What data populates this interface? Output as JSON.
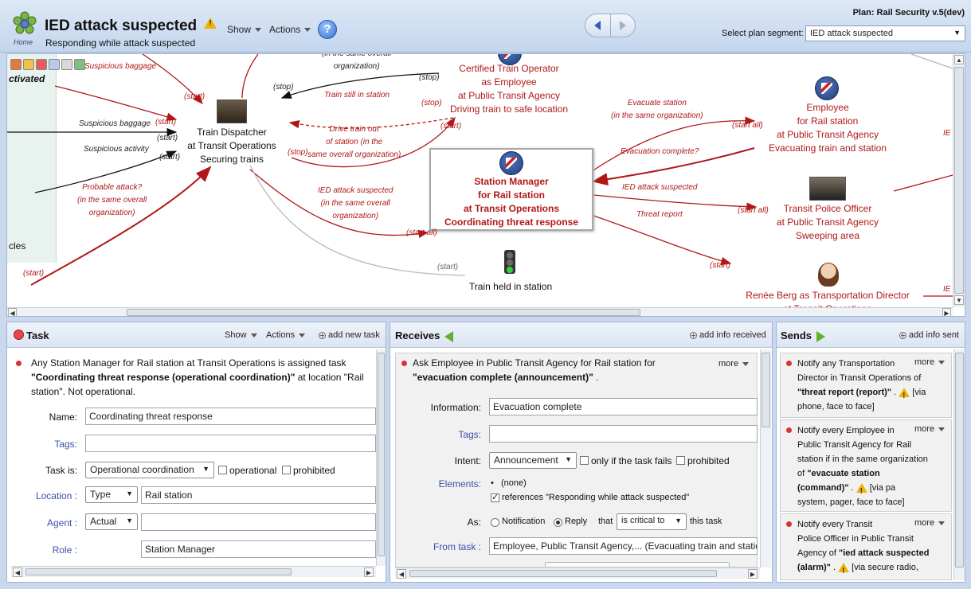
{
  "header": {
    "home_label": "Home",
    "segment_title": "IED attack suspected",
    "segment_subtitle": "Responding while attack suspected",
    "show_label": "Show",
    "actions_label": "Actions",
    "help_label": "?",
    "plan_label": "Plan: Rail Security v.5(dev)",
    "select_segment_label": "Select plan segment:",
    "select_segment_value": "IED attack suspected"
  },
  "map": {
    "side_panel_text_top": "ctivated",
    "side_panel_text_bottom": "cles",
    "nodes": {
      "train_dispatcher": [
        "Train Dispatcher",
        "at Transit Operations",
        "Securing trains"
      ],
      "train_operator": [
        "Certified Train Operator",
        "as Employee",
        "at Public Transit Agency",
        "Driving train to safe location"
      ],
      "station_manager": [
        "Station Manager",
        "for Rail station",
        "at Transit Operations",
        "Coordinating threat response"
      ],
      "employee": [
        "Employee",
        "for Rail station",
        "at Public Transit Agency",
        "Evacuating train and station"
      ],
      "police_officer": [
        "Transit Police Officer",
        "at Public Transit Agency",
        "Sweeping area"
      ],
      "train_held": "Train held in station",
      "renee": [
        "Renée Berg as Transportation Director",
        "at Transit Operations"
      ]
    },
    "flow_labels": {
      "suspicious_baggage_top": "Suspicious baggage",
      "start_1": "(start)",
      "start_2": "(start)",
      "start_3": "(start)",
      "start_4": "(start)",
      "start_5": "(start)",
      "start_6": "(start)",
      "start_bottom": "(start)",
      "start_gray": "(start)",
      "start_all_1": "(start all)",
      "start_all_2": "(start all)",
      "start_all_3": "(start all)",
      "stop_1": "(stop)",
      "stop_2": "(stop)",
      "stop_3": "(stop)",
      "stop_4": "(stop)",
      "same_org_top": [
        "(in the same overall",
        "organization)"
      ],
      "train_still": "Train still in station",
      "drive_train_out": [
        "Drive train out",
        "of station (in the",
        "same overall organization)"
      ],
      "suspicious_baggage": "Suspicious baggage",
      "suspicious_activity": "Suspicious activity",
      "probable_attack": [
        "Probable attack?",
        "(in the same overall",
        "organization)"
      ],
      "ied_attack_suspected_left": [
        "IED attack suspected",
        "(in the same overall",
        "organization)"
      ],
      "evacuate_station": [
        "Evacuate station",
        "(in the same organization)"
      ],
      "evacuation_complete": "Evacuation complete?",
      "ied_attack_suspected_right": "IED attack suspected",
      "threat_report": "Threat report",
      "ie_1": "IE",
      "ie_2": "IE"
    }
  },
  "task_panel": {
    "title": "Task",
    "show_label": "Show",
    "actions_label": "Actions",
    "add_label": "add new task",
    "summary_prefix": "Any Station Manager for Rail station at Transit Operations is assigned task",
    "summary_bold": "\"Coordinating threat response (operational coordination)\"",
    "summary_suffix": "at location \"Rail station\". Not operational.",
    "name_label": "Name:",
    "name_value": "Coordinating threat response",
    "tags_label": "Tags:",
    "tags_value": "",
    "task_is_label": "Task is:",
    "task_is_value": "Operational coordination",
    "operational_label": "operational",
    "prohibited_label": "prohibited",
    "location_label": "Location :",
    "location_type": "Type",
    "location_value": "Rail station",
    "agent_label": "Agent :",
    "agent_type": "Actual",
    "agent_value": "",
    "role_label": "Role :",
    "role_value": "Station Manager"
  },
  "receives_panel": {
    "title": "Receives",
    "add_label": "add info received",
    "more_label": "more",
    "summary_prefix": "Ask Employee in Public Transit Agency for Rail station for",
    "summary_bold": "\"evacuation complete (announcement)\"",
    "summary_suffix": ".",
    "information_label": "Information:",
    "information_value": "Evacuation complete",
    "tags_label": "Tags:",
    "tags_value": "",
    "intent_label": "Intent:",
    "intent_value": "Announcement",
    "only_if_fails_label": "only if the task fails",
    "prohibited_label": "prohibited",
    "elements_label": "Elements:",
    "elements_value": "(none)",
    "references_label": "references \"Responding while attack suspected\"",
    "as_label": "As:",
    "notification_label": "Notification",
    "reply_label": "Reply",
    "that_label": "that",
    "critical_value": "is critical to",
    "this_task_label": "this task",
    "from_task_label": "From task :",
    "from_task_value": "Employee, Public Transit Agency,... (Evacuating train and station)"
  },
  "sends_panel": {
    "title": "Sends",
    "add_label": "add info sent",
    "items": [
      {
        "more": "more",
        "lines": [
          "Notify any Transportation",
          "Director in Transit Operations of"
        ],
        "bold": "\"threat report (report)\"",
        "tail": [
          "[via",
          "phone, face to face]"
        ]
      },
      {
        "more": "more",
        "lines": [
          "Notify every Employee in",
          "Public Transit Agency for Rail",
          "station if in the same organization",
          "of"
        ],
        "bold": "\"evacuate station",
        "bold2": "(command)\"",
        "tail": [
          "[via pa",
          "system, pager, face to face]"
        ]
      },
      {
        "more": "more",
        "lines": [
          "Notify every Transit",
          "Police Officer in Public Transit",
          "Agency of"
        ],
        "bold": "\"ied attack suspected",
        "bold2": "(alarm)\"",
        "tail": [
          "[via secure radio,"
        ]
      }
    ]
  },
  "colors": {
    "accent_red": "#b01818",
    "header_blue": "#c4d6ee",
    "green_arrow": "#5fb02c",
    "warning": "#f0b400"
  },
  "icons": [
    "home-logo-icon",
    "warning-icon",
    "help-icon",
    "nav-back-icon",
    "nav-forward-icon",
    "org-logo-icon",
    "traffic-light-icon",
    "green-arrow-icon"
  ]
}
